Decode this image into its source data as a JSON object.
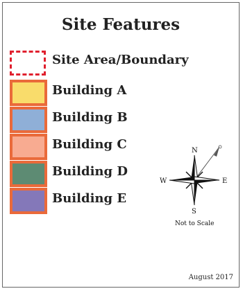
{
  "legend": {
    "title": "Site Features",
    "items": [
      {
        "label": "Site Area/Boundary",
        "fill": "#ffffff",
        "border": "#e0202e",
        "style": "dashed"
      },
      {
        "label": "Building A",
        "fill": "#f9dc6b",
        "border": "#ea6a3a",
        "style": "solid"
      },
      {
        "label": "Building B",
        "fill": "#8fafd7",
        "border": "#ea6a3a",
        "style": "solid"
      },
      {
        "label": "Building C",
        "fill": "#f8ab91",
        "border": "#ea6a3a",
        "style": "solid"
      },
      {
        "label": "Building D",
        "fill": "#5d8b73",
        "border": "#ea6a3a",
        "style": "solid"
      },
      {
        "label": "Building E",
        "fill": "#8478b9",
        "border": "#ea6a3a",
        "style": "solid"
      }
    ]
  },
  "compass": {
    "n": "N",
    "s": "S",
    "e": "E",
    "w": "W",
    "scale_note": "Not to Scale",
    "icon": "compass-rose-icon"
  },
  "footer": {
    "date": "August 2017"
  }
}
